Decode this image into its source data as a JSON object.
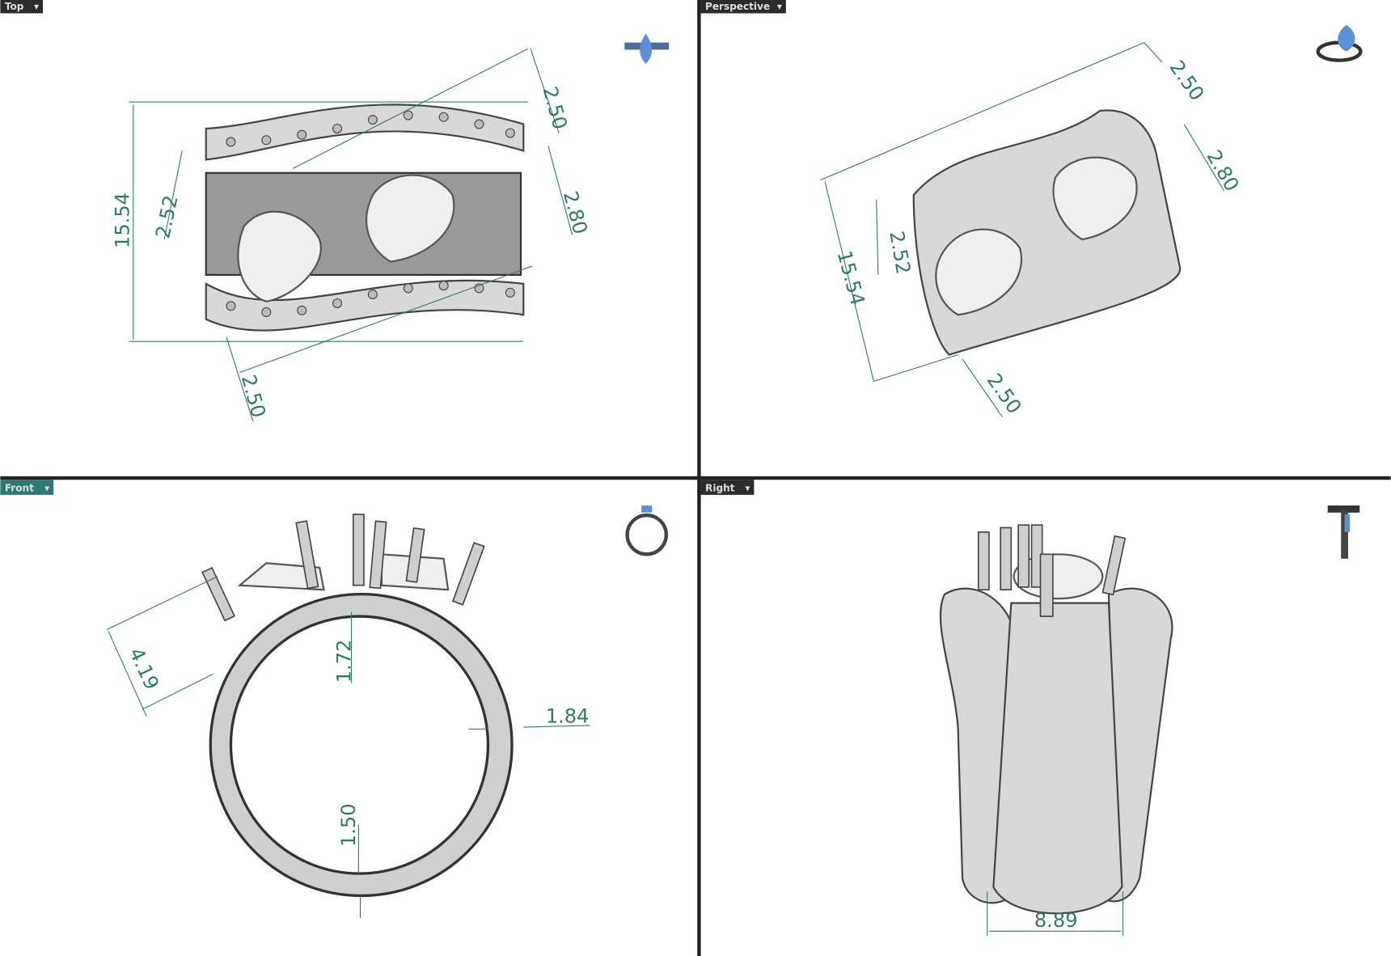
{
  "viewports": [
    {
      "label": "Top",
      "active": false,
      "dims": [
        "2.50",
        "2.52",
        "15.54",
        "2.80",
        "2.50"
      ]
    },
    {
      "label": "Perspective",
      "active": false,
      "dims": [
        "2.50",
        "2.80",
        "2.52",
        "15.54",
        "2.50"
      ]
    },
    {
      "label": "Front",
      "active": true,
      "dims": [
        "4.19",
        "1.72",
        "1.84",
        "1.50"
      ]
    },
    {
      "label": "Right",
      "active": false,
      "dims": [
        "8.89"
      ]
    }
  ],
  "colors": {
    "dimension": "#2e7d5b",
    "active_tab": "#2d7a73",
    "inactive_tab": "#2b2b2b",
    "gem_icon": "#5b8fd6"
  },
  "icons": [
    "dropdown-arrow-icon",
    "ring-preview-icon"
  ]
}
